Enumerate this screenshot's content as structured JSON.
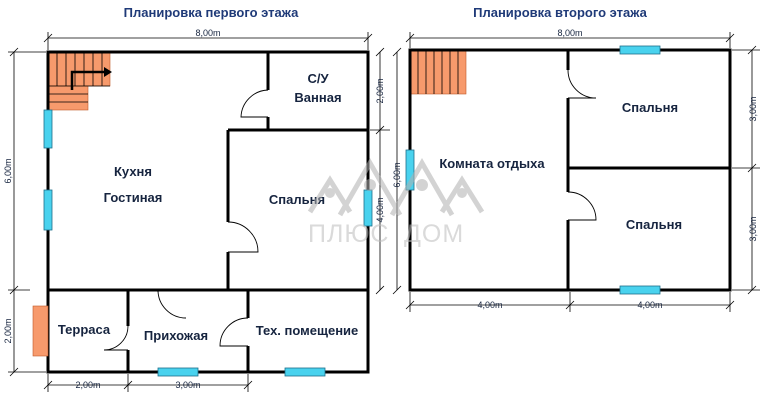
{
  "titles": {
    "first_floor": "Планировка первого этажа",
    "second_floor": "Планировка второго этажа"
  },
  "rooms": {
    "su": "С/У",
    "bath": "Ванная",
    "kitchen": "Кухня",
    "living": "Гостиная",
    "bedroom1": "Спальня",
    "terrace": "Терраса",
    "hall": "Прихожая",
    "tech": "Тех. помещение",
    "rest_room": "Комната отдыха",
    "bedroom2": "Спальня",
    "bedroom3": "Спальня"
  },
  "dimensions": {
    "ff_width": "8,00m",
    "ff_height": "6,00m",
    "ff_lower_height": "2,00m",
    "ff_bottom_left": "2,00m",
    "ff_bottom_right": "3,00m",
    "ff_su_height": "2,00m",
    "ff_bed_height": "4,00m",
    "sf_width": "8,00m",
    "sf_height": "6,00m",
    "sf_right_top": "3,00m",
    "sf_right_bottom": "3,00m",
    "sf_bottom_left": "4,00m",
    "sf_bottom_right": "4,00m"
  },
  "watermark": {
    "text_left": "ПЛЮС",
    "text_right": "ДОМ"
  },
  "colors": {
    "window": "#49d2ee",
    "stairs": "#f79a6c",
    "title": "#1f3a78"
  }
}
